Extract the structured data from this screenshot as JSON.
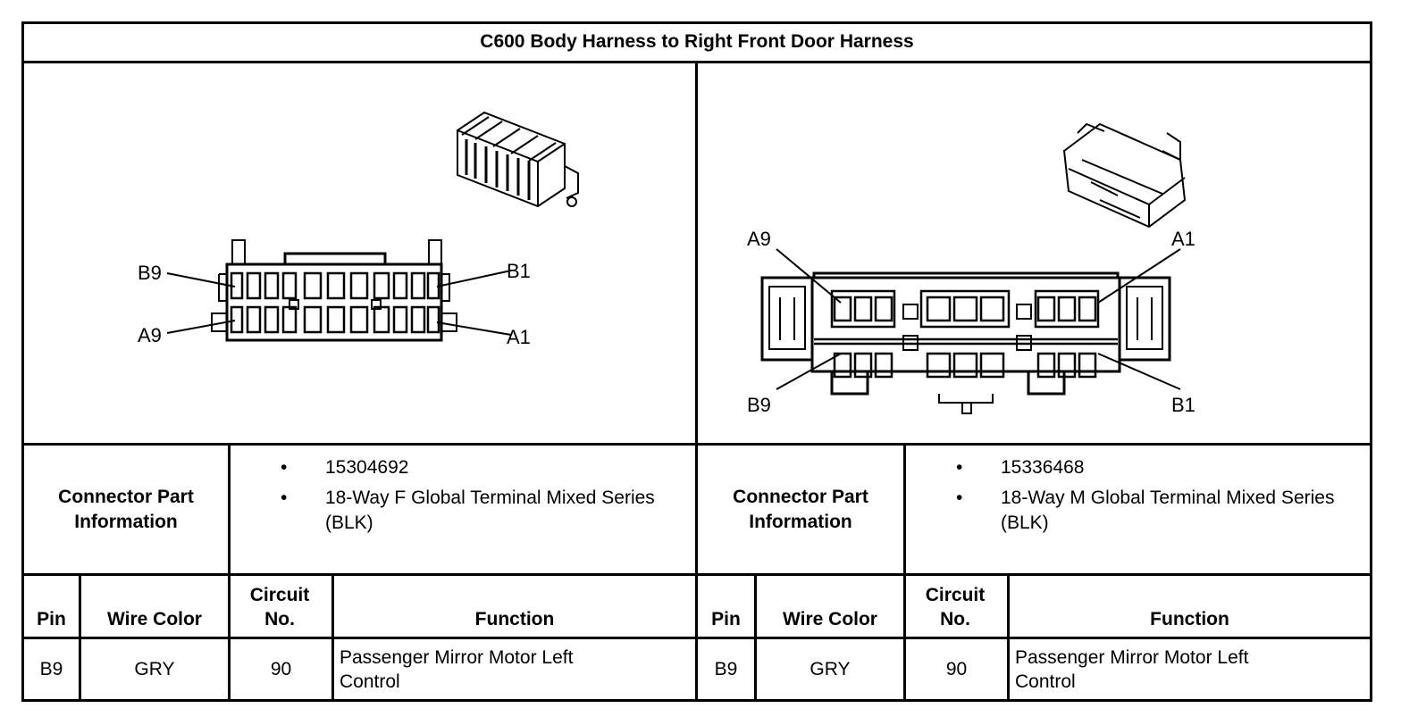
{
  "title": "C600 Body Harness to Right Front Door Harness",
  "left": {
    "pin_labels": {
      "b9": "B9",
      "b1": "B1",
      "a9": "A9",
      "a1": "A1"
    },
    "cpi_label": "Connector Part Information",
    "cpi_items": [
      "15304692",
      "18-Way F Global Terminal Mixed Series (BLK)"
    ],
    "headers": {
      "pin": "Pin",
      "wire_color": "Wire Color",
      "circuit": "Circuit No.",
      "function": "Function"
    },
    "row": {
      "pin": "B9",
      "wire_color": "GRY",
      "circuit": "90",
      "function": "Passenger Mirror Motor Left Control"
    }
  },
  "right": {
    "pin_labels": {
      "a9": "A9",
      "a1": "A1",
      "b9": "B9",
      "b1": "B1"
    },
    "cpi_label": "Connector Part Information",
    "cpi_items": [
      "15336468",
      "18-Way M Global Terminal Mixed Series (BLK)"
    ],
    "headers": {
      "pin": "Pin",
      "wire_color": "Wire Color",
      "circuit": "Circuit No.",
      "function": "Function"
    },
    "row": {
      "pin": "B9",
      "wire_color": "GRY",
      "circuit": "90",
      "function": "Passenger Mirror Motor Left Control"
    }
  },
  "bullet": "•"
}
